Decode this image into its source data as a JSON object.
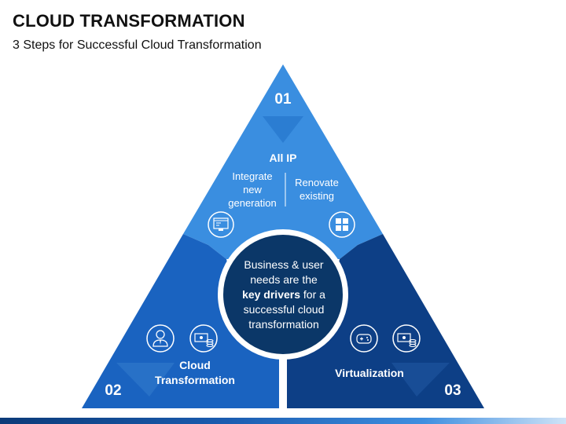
{
  "title": "CLOUD TRANSFORMATION",
  "subtitle": "3 Steps for Successful Cloud Transformation",
  "colors": {
    "top": "#3a8ee0",
    "left": "#1a63c0",
    "right": "#0d3f86",
    "center": "#0b3768",
    "bar": "#0b3a78"
  },
  "center": {
    "line1": "Business & user",
    "line2": "needs are the",
    "bold": "key drivers",
    "line3_rest": " for a",
    "line4": "successful cloud",
    "line5": "transformation"
  },
  "steps": [
    {
      "number": "01",
      "heading": "All IP",
      "left_text": [
        "Integrate",
        "new",
        "generation"
      ],
      "right_text": [
        "Renovate",
        "existing"
      ],
      "icons": [
        "code-browser-icon",
        "windows-grid-icon"
      ]
    },
    {
      "number": "02",
      "heading": [
        "Cloud",
        "Transformation"
      ],
      "icons": [
        "businessman-icon",
        "cash-coins-icon"
      ]
    },
    {
      "number": "03",
      "heading": "Virtualization",
      "icons": [
        "gamepad-chip-icon",
        "cash-coins-icon"
      ]
    }
  ]
}
